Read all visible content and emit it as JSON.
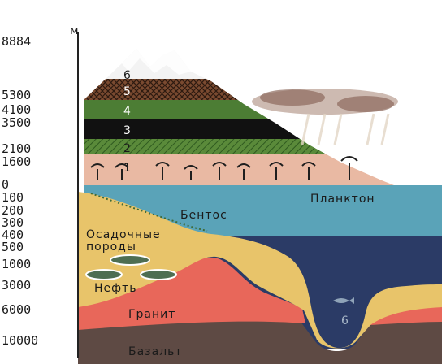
{
  "unit": "м",
  "heights": [
    "8884",
    "5300",
    "4100",
    "3500",
    "2100",
    "1600",
    "0"
  ],
  "depths": [
    "100",
    "200",
    "300",
    "400",
    "500",
    "1000",
    "3000",
    "6000",
    "10000"
  ],
  "zones": [
    "1",
    "2",
    "3",
    "4",
    "5",
    "6"
  ],
  "labels": {
    "plankton": "Планктон",
    "benthos": "Бентос",
    "sediments": "Осадочные\nпороды",
    "oil": "Нефть",
    "granite": "Гранит",
    "basalt": "Базальт",
    "trench_zone": "6"
  },
  "colors": {
    "sky": "#ffffff",
    "ocean_shallow": "#5aa3b8",
    "ocean_deep": "#2b3b66",
    "sediment": "#e8c46a",
    "granite": "#e8675a",
    "basalt": "#5e4a44",
    "zone1": "#e9b9a3",
    "zone2": "#5a8a3a",
    "zone3": "#111111",
    "zone4": "#4c7d34",
    "zone5": "#6b4430",
    "zone6": "#f3f3f3"
  }
}
